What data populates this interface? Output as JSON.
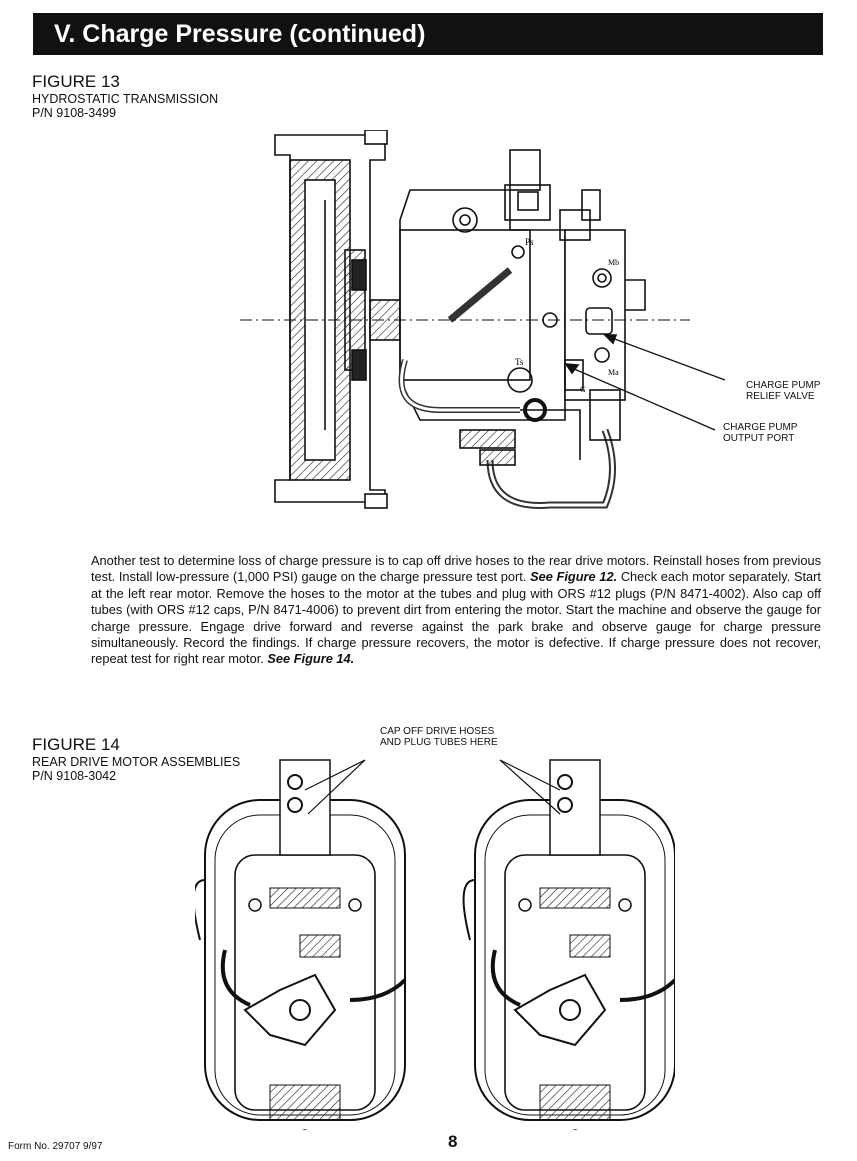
{
  "header": {
    "title": "V. Charge Pressure (continued)"
  },
  "figure13": {
    "title": "FIGURE 13",
    "subtitle": "HYDROSTATIC TRANSMISSION",
    "part_number": "P/N 9108-3499",
    "labels": {
      "ps": "Ps",
      "ts": "Ts",
      "ma": "Ma",
      "mb": "Mb",
      "g": "G",
      "relief_valve_line1": "CHARGE PUMP",
      "relief_valve_line2": "RELIEF VALVE",
      "output_port_line1": "CHARGE PUMP",
      "output_port_line2": "OUTPUT PORT"
    }
  },
  "body": {
    "p1": "Another test to determine loss of charge pressure is to cap off drive hoses to the rear drive motors. Reinstall hoses from previous test. Install low-pressure (1,000 PSI) gauge on the charge pressure test port. ",
    "ref1": "See Figure 12.",
    "p2": " Check each motor separately. Start at the left rear motor. Remove the hoses to the motor at the tubes and plug with ORS #12 plugs (P/N 8471-4002). Also cap off tubes (with ORS #12 caps, P/N 8471-4006) to prevent dirt from entering the motor. Start the machine and observe the gauge for charge pressure. Engage drive forward and reverse against the park brake and observe gauge for charge pressure simultaneously. Record the findings. If charge pressure recovers, the motor is defective. If charge pressure does not recover, repeat test for right rear motor. ",
    "ref2": "See Figure 14."
  },
  "figure14": {
    "title": "FIGURE 14",
    "subtitle": "REAR DRIVE MOTOR ASSEMBLIES",
    "part_number": "P/N 9108-3042",
    "callout_line1": "CAP OFF DRIVE HOSES",
    "callout_line2": "AND PLUG TUBES HERE"
  },
  "footer": {
    "form_number": "Form No. 29707 9/97",
    "page_number": "8"
  }
}
